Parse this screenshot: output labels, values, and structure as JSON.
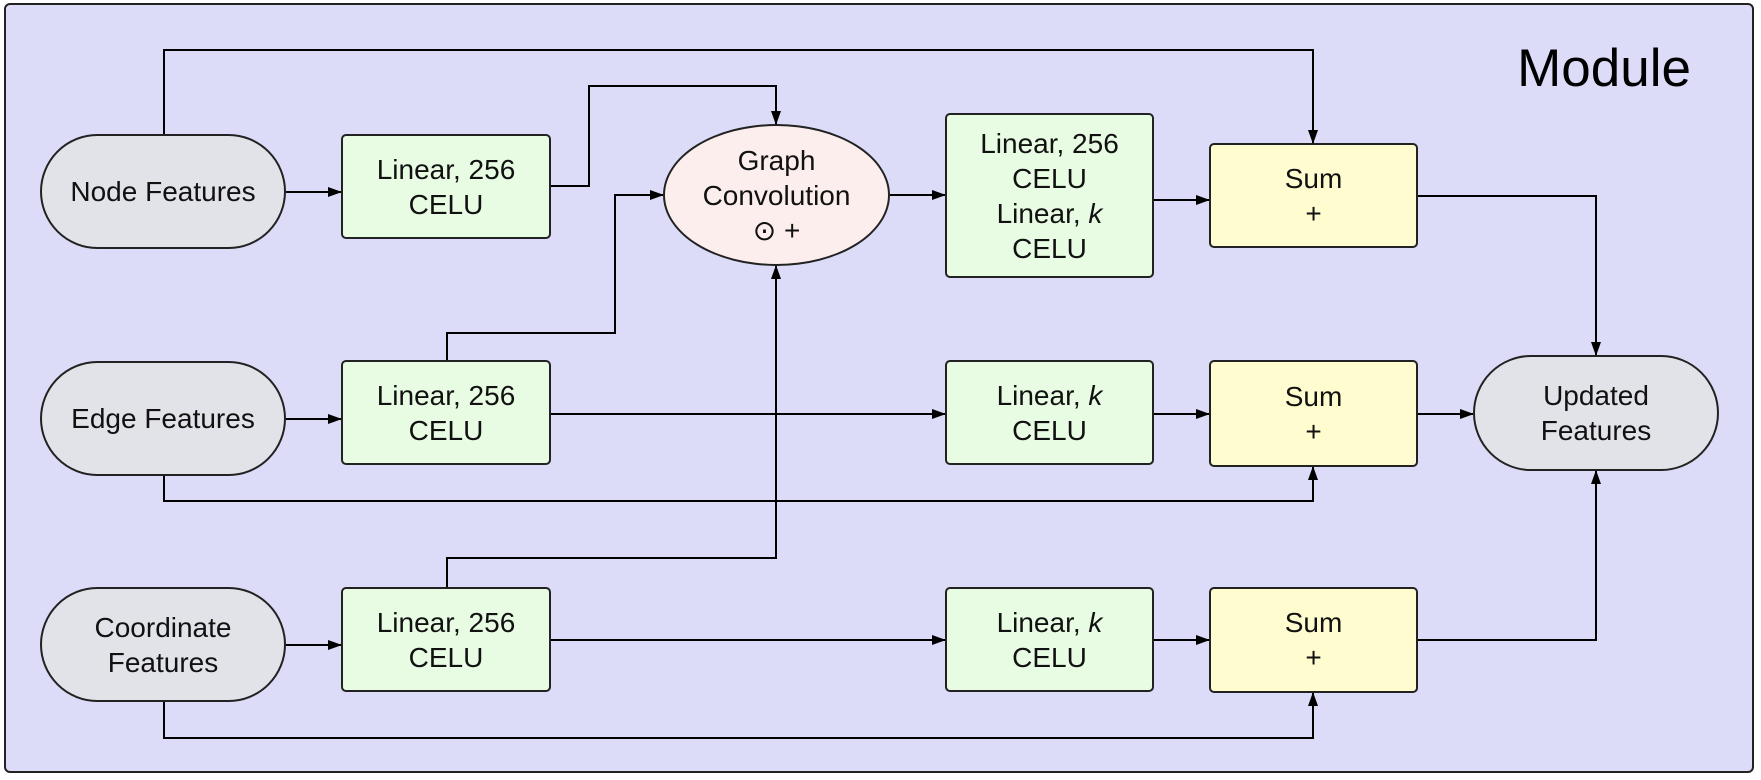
{
  "title": "Module",
  "inputs": {
    "node": [
      "Node Features"
    ],
    "edge": [
      "Edge Features"
    ],
    "coord": [
      "Coordinate",
      "Features"
    ]
  },
  "output": [
    "Updated",
    "Features"
  ],
  "node_linear": [
    "Linear, 256",
    "CELU"
  ],
  "edge_linear": [
    "Linear, 256",
    "CELU"
  ],
  "coord_linear": [
    "Linear, 256",
    "CELU"
  ],
  "graph_conv": [
    "Graph",
    "Convolution",
    "⊙ +"
  ],
  "node_post": {
    "line1": "Linear, 256",
    "line2": "CELU",
    "line3_prefix": "Linear, ",
    "line3_var": "k",
    "line4": "CELU"
  },
  "edge_post": {
    "line1_prefix": "Linear, ",
    "line1_var": "k",
    "line2": "CELU"
  },
  "coord_post": {
    "line1_prefix": "Linear, ",
    "line1_var": "k",
    "line2": "CELU"
  },
  "sum_node": [
    "Sum",
    "+"
  ],
  "sum_edge": [
    "Sum",
    "+"
  ],
  "sum_coord": [
    "Sum",
    "+"
  ]
}
